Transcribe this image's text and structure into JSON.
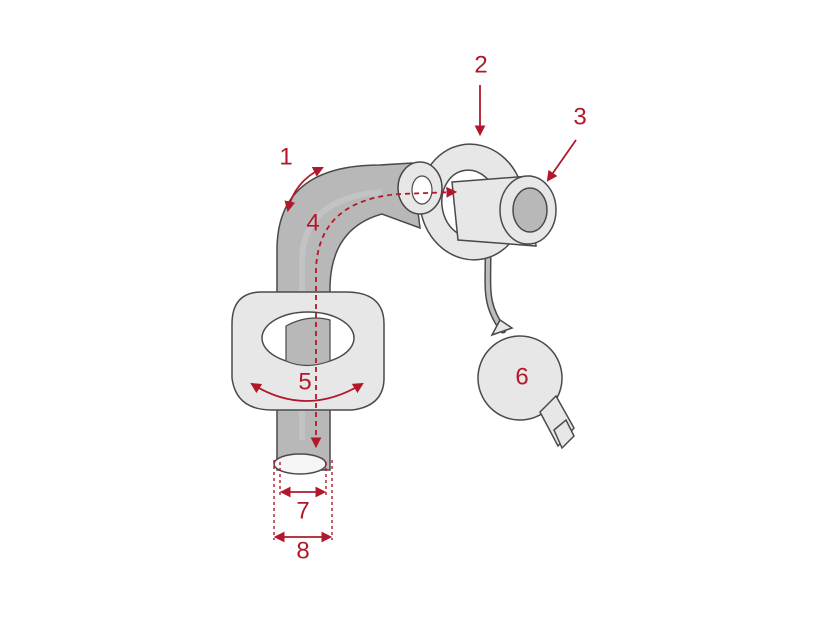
{
  "colors": {
    "accent": "#b2182b",
    "outline": "#4a4a4a",
    "tube": "#b8b8b8",
    "tube_dark": "#a4a4a4",
    "part_fill": "#e7e7e7",
    "hole": "#ffffff",
    "cuff_line": "#bdbdbd"
  },
  "labels": {
    "l1": "1",
    "l2": "2",
    "l3": "3",
    "l4": "4",
    "l5": "5",
    "l6": "6",
    "l7": "7",
    "l8": "8"
  }
}
